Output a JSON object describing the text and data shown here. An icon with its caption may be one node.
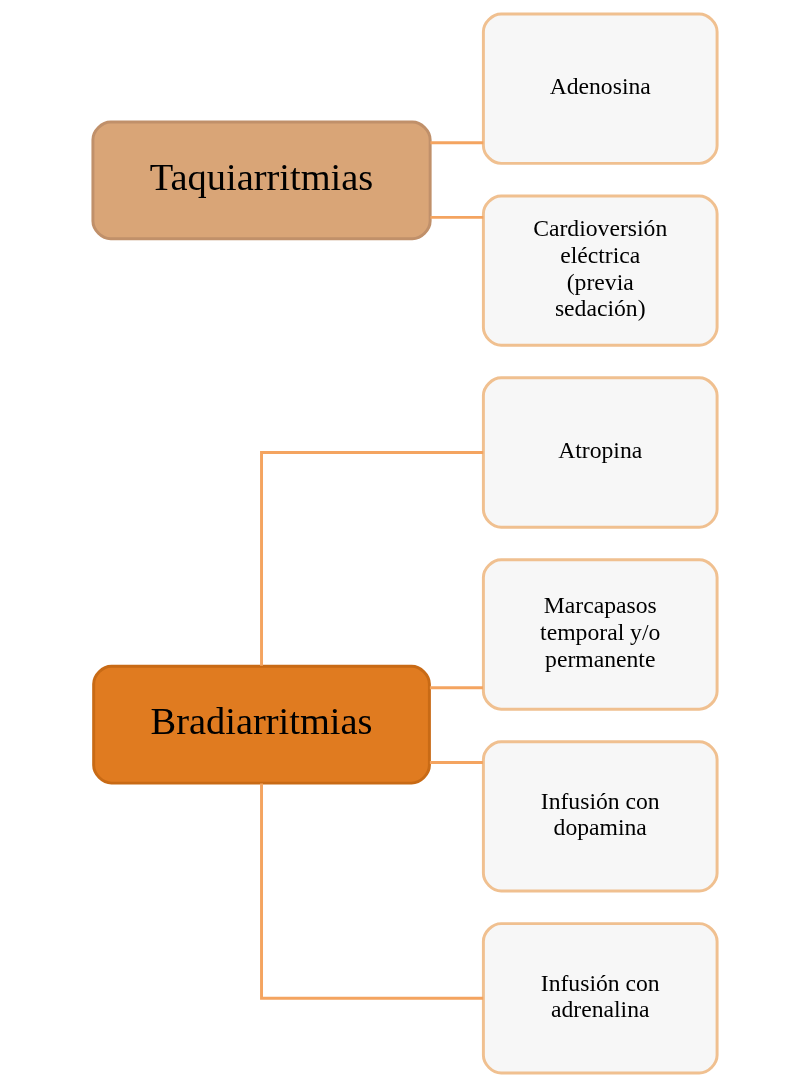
{
  "diagram": {
    "nodes": [
      {
        "text": [
          "Bradiarritmias"
        ]
      },
      {
        "text": [
          "Atropina"
        ]
      },
      {
        "text": [
          "Marcapasos temporal y/o permanente"
        ]
      },
      {
        "text": [
          "Infusión con dopamina"
        ]
      },
      {
        "text": [
          "Infusión con adrenalina"
        ]
      },
      {
        "text": [
          "Taquiarritmias"
        ]
      },
      {
        "text": [
          "Adenosina"
        ]
      },
      {
        "text": [
          "Cardioversión eléctrica (previa sedación)"
        ]
      }
    ],
    "edges": [
      {
        "from": 0,
        "to": 1,
        "arrow": "none"
      },
      {
        "from": 0,
        "to": 2,
        "arrow": "none"
      },
      {
        "from": 0,
        "to": 3,
        "arrow": "none"
      },
      {
        "from": 0,
        "to": 4,
        "arrow": "none"
      },
      {
        "from": 5,
        "to": 6,
        "arrow": "none"
      },
      {
        "from": 5,
        "to": 7,
        "arrow": "none"
      }
    ]
  }
}
